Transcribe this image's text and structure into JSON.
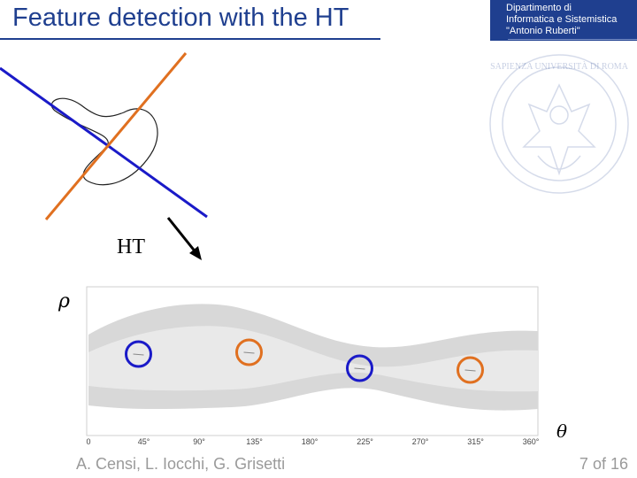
{
  "title": "Feature detection with the HT",
  "brand": {
    "lines": [
      "Dipartimento di",
      "Informatica e Sistemistica",
      "\"Antonio Ruberti\""
    ],
    "watermark_text": "SAPIENZA UNIVERSITÀ DI ROMA",
    "color": "#1f3f8f"
  },
  "figure": {
    "transform_label": "HT",
    "rho_symbol": "ρ",
    "theta_symbol": "θ",
    "line_colors": {
      "blue": "#1a1ac8",
      "orange": "#e07020"
    },
    "x_ticks": [
      "0",
      "45°",
      "90°",
      "135°",
      "180°",
      "225°",
      "270°",
      "315°",
      "360°"
    ],
    "peaks": [
      {
        "theta_deg": 45,
        "color": "#1a1ac8"
      },
      {
        "theta_deg": 135,
        "color": "#e07020"
      },
      {
        "theta_deg": 225,
        "color": "#1a1ac8"
      },
      {
        "theta_deg": 315,
        "color": "#e07020"
      }
    ]
  },
  "footer": {
    "authors": "A. Censi, L. Iocchi, G. Grisetti",
    "page_current": "7",
    "page_of": "of",
    "page_total": "16"
  }
}
